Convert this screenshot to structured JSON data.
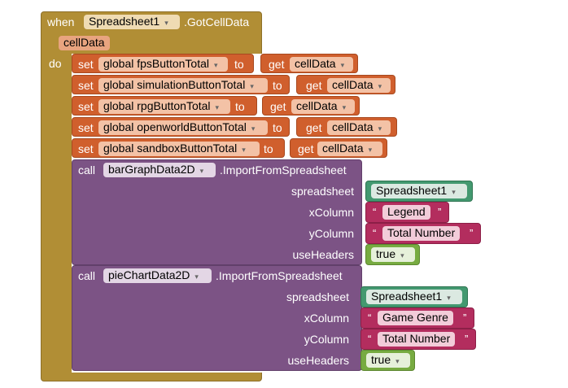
{
  "event": {
    "when": "when",
    "component": "Spreadsheet1",
    "event_name": ".GotCellData",
    "param": "cellData",
    "do": "do"
  },
  "sets": [
    {
      "kw": "set",
      "var": "global fpsButtonTotal",
      "to": "to",
      "get": "get",
      "val": "cellData"
    },
    {
      "kw": "set",
      "var": "global simulationButtonTotal",
      "to": "to",
      "get": "get",
      "val": "cellData"
    },
    {
      "kw": "set",
      "var": "global rpgButtonTotal",
      "to": "to",
      "get": "get",
      "val": "cellData"
    },
    {
      "kw": "set",
      "var": "global openworldButtonTotal",
      "to": "to",
      "get": "get",
      "val": "cellData"
    },
    {
      "kw": "set",
      "var": "global sandboxButtonTotal",
      "to": "to",
      "get": "get",
      "val": "cellData"
    }
  ],
  "calls": [
    {
      "kw": "call",
      "component": "barGraphData2D",
      "method": ".ImportFromSpreadsheet",
      "arg_labels": [
        "spreadsheet",
        "xColumn",
        "yColumn",
        "useHeaders"
      ],
      "spreadsheet": "Spreadsheet1",
      "x": "Legend",
      "y": "Total Number",
      "headers": "true"
    },
    {
      "kw": "call",
      "component": "pieChartData2D",
      "method": ".ImportFromSpreadsheet",
      "arg_labels": [
        "spreadsheet",
        "xColumn",
        "yColumn",
        "useHeaders"
      ],
      "spreadsheet": "Spreadsheet1",
      "x": "Game Genre",
      "y": "Total Number",
      "headers": "true"
    }
  ],
  "quotes": {
    "open": "“",
    "close": "”"
  },
  "dropdown_arrow": "▾"
}
